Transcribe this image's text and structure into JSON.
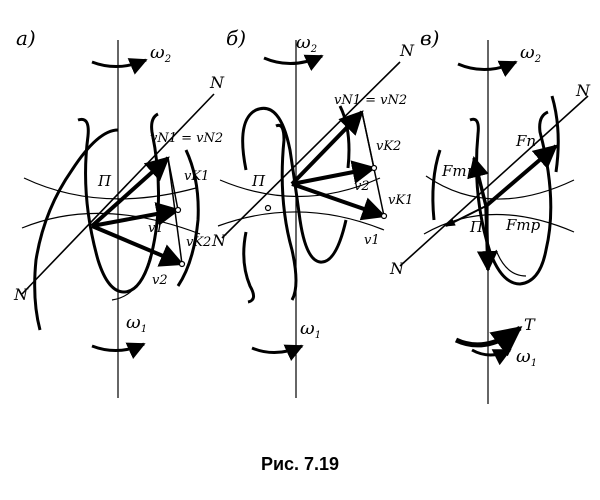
{
  "caption": "Рис. 7.19",
  "panels": [
    {
      "id": "a",
      "letter": "а)",
      "omega_top": "ω",
      "omega_top_sub": "2",
      "omega_bottom": "ω",
      "omega_bottom_sub": "1",
      "axis_label": "N",
      "pole_label": "П",
      "vn_eq": "vN1 = vN2",
      "vk1": "vK1",
      "vk2": "vK2",
      "v1": "v1",
      "v2": "v2"
    },
    {
      "id": "b",
      "letter": "б)",
      "omega_top": "ω",
      "omega_top_sub": "2",
      "omega_bottom": "ω",
      "omega_bottom_sub": "1",
      "axis_label": "N",
      "pole_label": "П",
      "vn_eq": "vN1 = vN2",
      "vk1": "vK1",
      "vk2": "vK2",
      "v1": "v1",
      "v2": "v2"
    },
    {
      "id": "v",
      "letter": "в)",
      "omega_top": "ω",
      "omega_top_sub": "2",
      "omega_bottom": "ω",
      "omega_bottom_sub": "1",
      "axis_label": "N",
      "pole_label": "П",
      "fn": "Fn",
      "ftr": "Fтр",
      "torque": "T"
    }
  ]
}
